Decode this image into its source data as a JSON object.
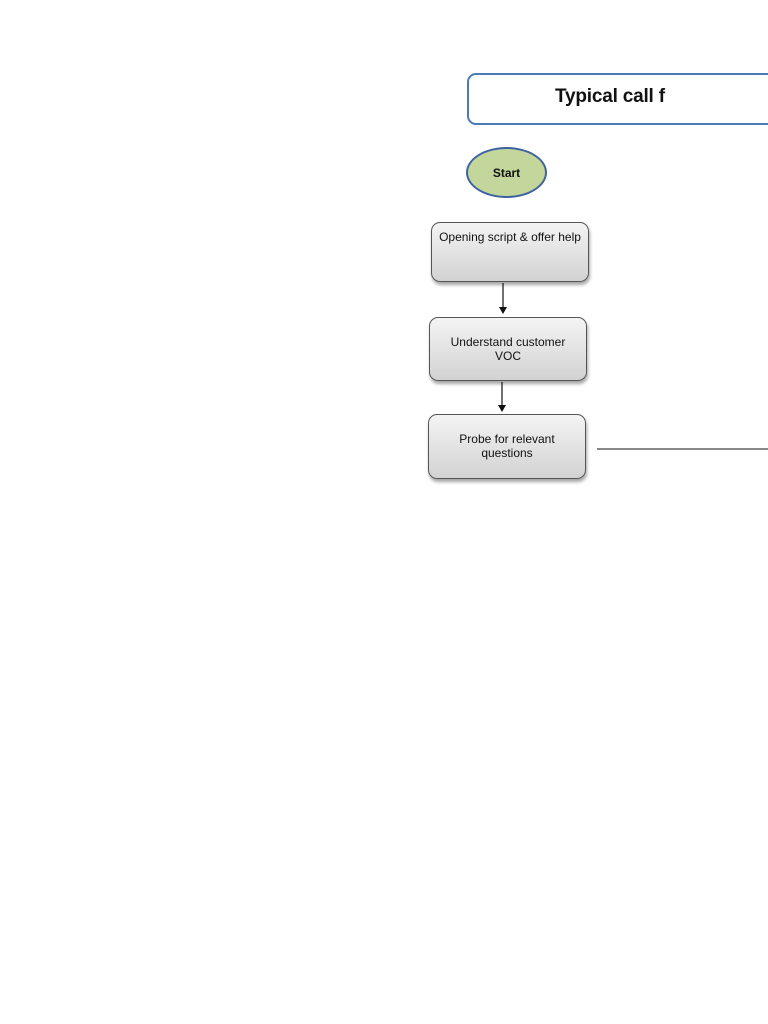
{
  "diagram": {
    "title": "Typical call f",
    "start_label": "Start",
    "steps": [
      {
        "label": "Opening script & offer help"
      },
      {
        "label": "Understand customer VOC"
      },
      {
        "label": "Probe for relevant questions"
      }
    ]
  },
  "colors": {
    "title_border": "#4a7ab7",
    "start_fill": "#c3d69b",
    "start_border": "#3f63a0",
    "step_fill_top": "#f4f4f4",
    "step_fill_bottom": "#d2d2d2"
  }
}
